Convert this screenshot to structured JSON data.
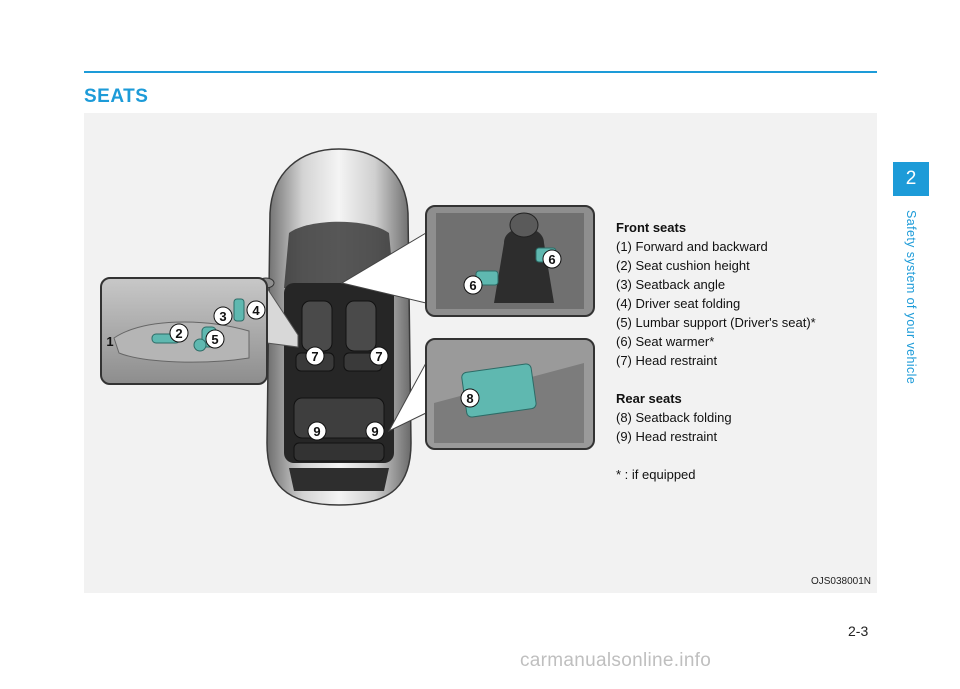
{
  "section": {
    "title": "SEATS"
  },
  "chapter": {
    "number": "2",
    "title": "Safety system of your vehicle"
  },
  "figure": {
    "code": "OJS038001N",
    "callouts": [
      "1",
      "2",
      "3",
      "4",
      "5",
      "6",
      "6",
      "7",
      "7",
      "8",
      "9",
      "9"
    ]
  },
  "legend": {
    "front_heading": "Front seats",
    "front_items": [
      "(1) Forward and backward",
      "(2) Seat cushion height",
      "(3) Seatback angle",
      "(4) Driver seat folding",
      "(5) Lumbar support (Driver's seat)*",
      "(6) Seat warmer*",
      "(7) Head restraint"
    ],
    "rear_heading": "Rear seats",
    "rear_items": [
      "(8) Seatback folding",
      "(9) Head restraint"
    ],
    "footnote": "* : if equipped"
  },
  "page": {
    "number": "2-3"
  },
  "watermark": "carmanualsonline.info",
  "colors": {
    "accent": "#1d9bd8",
    "control_teal": "#5fb8b0"
  }
}
